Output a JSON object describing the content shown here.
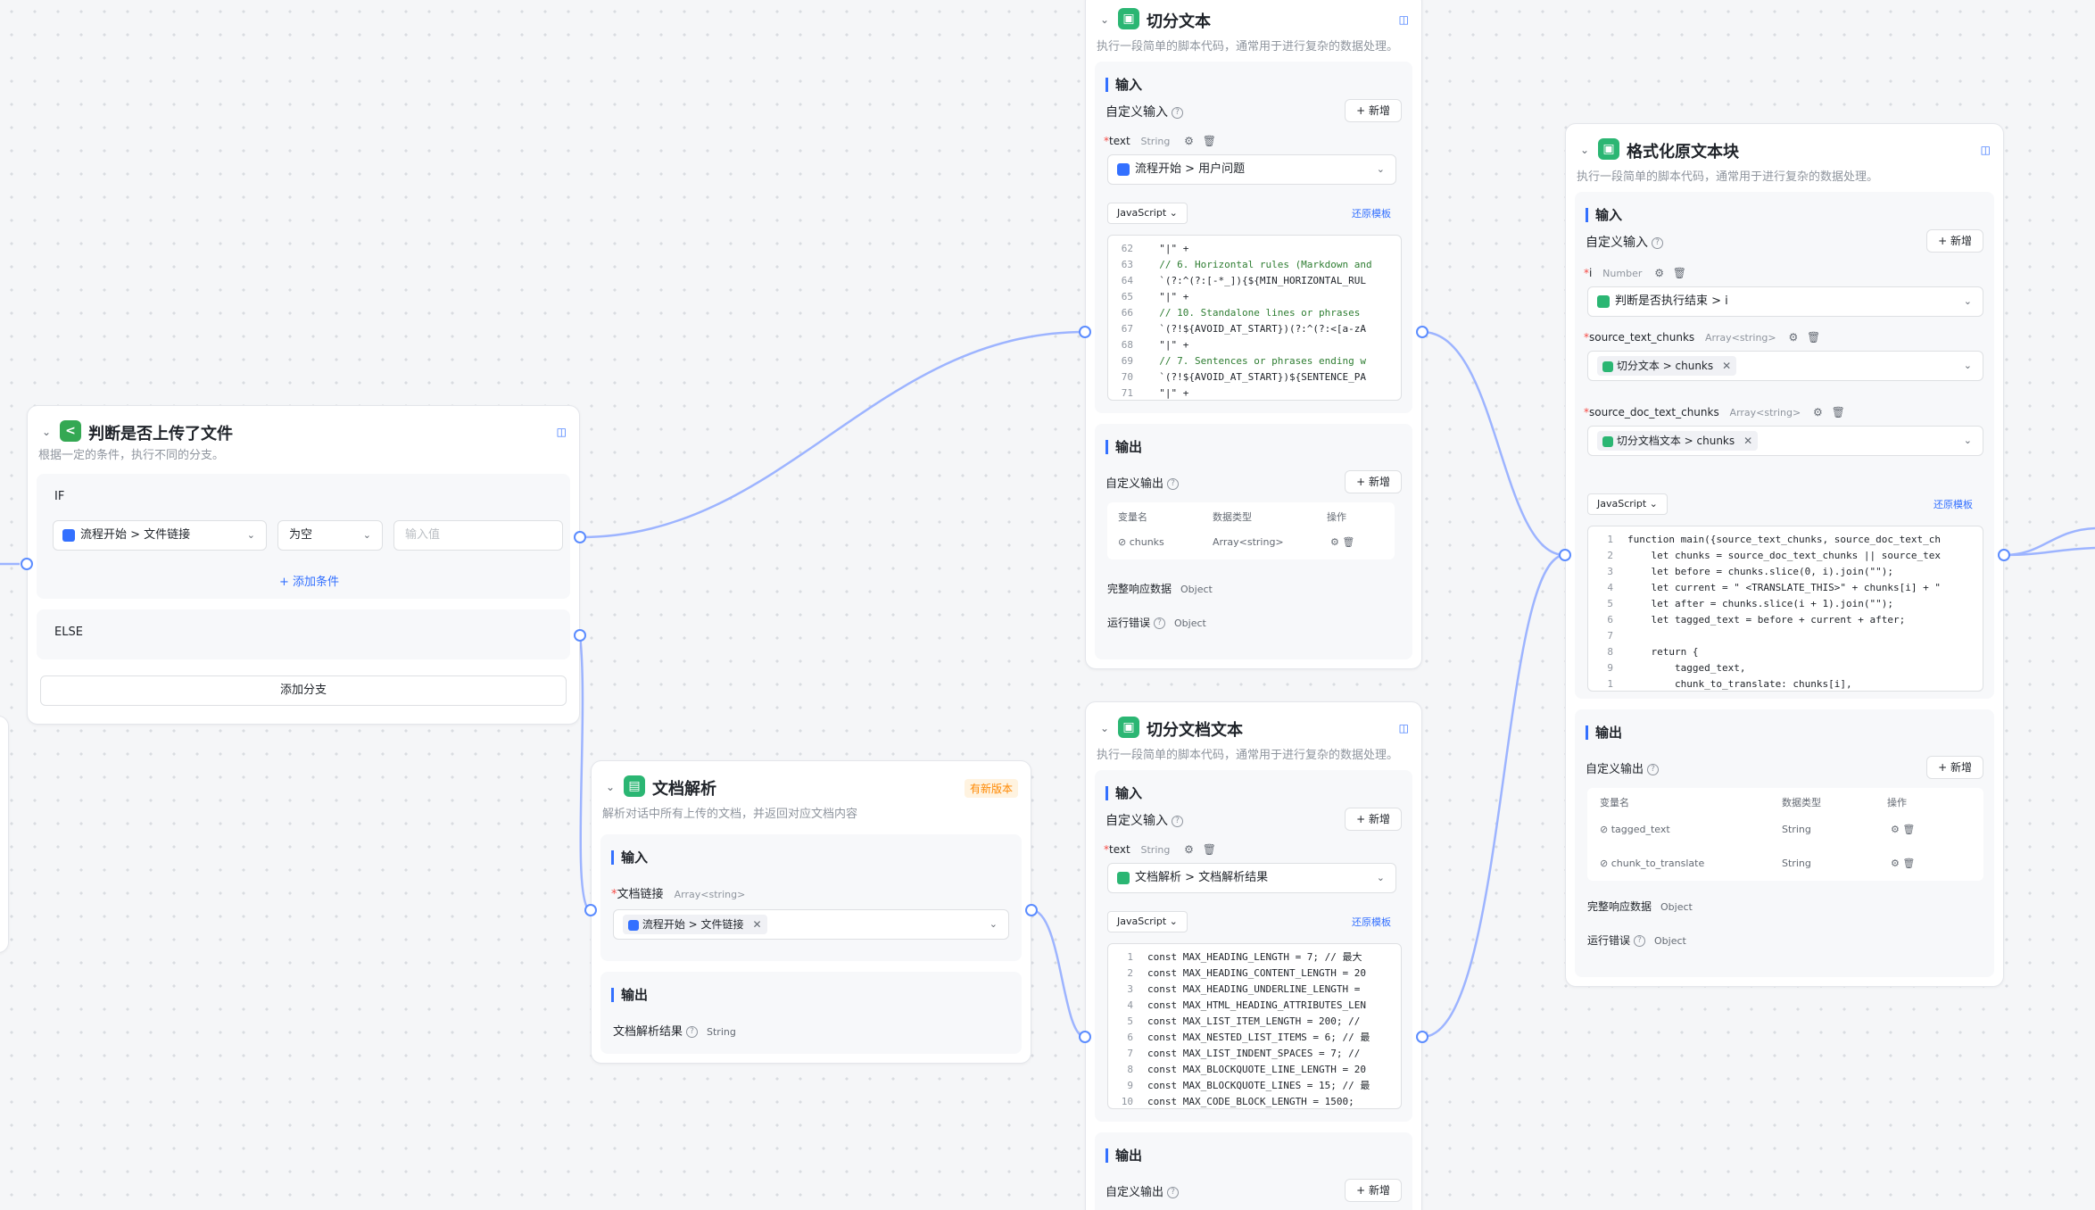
{
  "colors": {
    "accent": "#3370ff",
    "edge": "#9db4ff",
    "condition_icon": "#34a853",
    "code_icon": "#2bb673",
    "doc_icon": "#2bb673",
    "update_badge": "#ff8800"
  },
  "nodes": {
    "condition": {
      "title": "判断是否上传了文件",
      "description": "根据一定的条件，执行不同的分支。",
      "if_label": "IF",
      "var": "流程开始 > 文件链接",
      "op": "为空",
      "value_placeholder": "输入值",
      "add_condition": "+ 添加条件",
      "else_label": "ELSE",
      "add_branch": "添加分支"
    },
    "docparse": {
      "title": "文档解析",
      "badge": "有新版本",
      "description": "解析对话中所有上传的文档，并返回对应文档内容",
      "input_title": "输入",
      "field_name": "文档链接",
      "field_type": "Array<string>",
      "field_value": "流程开始 > 文件链接",
      "output_title": "输出",
      "output_name": "文档解析结果",
      "output_type": "String"
    },
    "split_text": {
      "title": "切分文本",
      "description": "执行一段简单的脚本代码，通常用于进行复杂的数据处理。",
      "input_title": "输入",
      "custom_input": "自定义输入",
      "add": "+ 新增",
      "var_name": "text",
      "var_type": "String",
      "var_value": "流程开始 > 用户问题",
      "lang": "JavaScript",
      "restore": "还原模板",
      "code": [
        {
          "ln": "62",
          "text": "  \"|\" +"
        },
        {
          "ln": "63",
          "text": "  // 6. Horizontal rules (Markdown and"
        },
        {
          "ln": "64",
          "text": "  `(?:^(?:[-*_]){${MIN_HORIZONTAL_RUL"
        },
        {
          "ln": "65",
          "text": "  \"|\" +"
        },
        {
          "ln": "66",
          "text": "  // 10. Standalone lines or phrases"
        },
        {
          "ln": "67",
          "text": "  `(?!${AVOID_AT_START})(?:^(?:<[a-zA"
        },
        {
          "ln": "68",
          "text": "  \"|\" +"
        },
        {
          "ln": "69",
          "text": "  // 7. Sentences or phrases ending w"
        },
        {
          "ln": "70",
          "text": "  `(?!${AVOID_AT_START})${SENTENCE_PA"
        },
        {
          "ln": "71",
          "text": "  \"|\" +"
        }
      ],
      "output_title": "输出",
      "custom_output": "自定义输出",
      "col_name": "变量名",
      "col_type": "数据类型",
      "col_op": "操作",
      "rows": [
        {
          "name": "chunks",
          "type": "Array<string>"
        }
      ],
      "full_resp": "完整响应数据",
      "full_resp_type": "Object",
      "run_err": "运行错误",
      "run_err_type": "Object"
    },
    "split_doc": {
      "title": "切分文档文本",
      "description": "执行一段简单的脚本代码，通常用于进行复杂的数据处理。",
      "input_title": "输入",
      "custom_input": "自定义输入",
      "add": "+ 新增",
      "var_name": "text",
      "var_type": "String",
      "var_value": "文档解析 > 文档解析结果",
      "lang": "JavaScript",
      "restore": "还原模板",
      "code": [
        {
          "ln": "1",
          "text": "const MAX_HEADING_LENGTH = 7; // 最大"
        },
        {
          "ln": "2",
          "text": "const MAX_HEADING_CONTENT_LENGTH = 20"
        },
        {
          "ln": "3",
          "text": "const MAX_HEADING_UNDERLINE_LENGTH ="
        },
        {
          "ln": "4",
          "text": "const MAX_HTML_HEADING_ATTRIBUTES_LEN"
        },
        {
          "ln": "5",
          "text": "const MAX_LIST_ITEM_LENGTH = 200; //"
        },
        {
          "ln": "6",
          "text": "const MAX_NESTED_LIST_ITEMS = 6; // 最"
        },
        {
          "ln": "7",
          "text": "const MAX_LIST_INDENT_SPACES = 7; //"
        },
        {
          "ln": "8",
          "text": "const MAX_BLOCKQUOTE_LINE_LENGTH = 20"
        },
        {
          "ln": "9",
          "text": "const MAX_BLOCKQUOTE_LINES = 15; // 最"
        },
        {
          "ln": "10",
          "text": "const MAX_CODE_BLOCK_LENGTH = 1500;"
        }
      ],
      "output_title": "输出",
      "custom_output": "自定义输出"
    },
    "format": {
      "title": "格式化原文本块",
      "description": "执行一段简单的脚本代码，通常用于进行复杂的数据处理。",
      "input_title": "输入",
      "custom_input": "自定义输入",
      "add": "+ 新增",
      "vars": [
        {
          "name": "i",
          "type": "Number",
          "value": "判断是否执行结束 > i"
        },
        {
          "name": "source_text_chunks",
          "type": "Array<string>",
          "value": "切分文本 > chunks"
        },
        {
          "name": "source_doc_text_chunks",
          "type": "Array<string>",
          "value": "切分文档文本 > chunks"
        }
      ],
      "lang": "JavaScript",
      "restore": "还原模板",
      "code": [
        {
          "ln": "1",
          "text": "function main({source_text_chunks, source_doc_text_ch"
        },
        {
          "ln": "2",
          "text": "    let chunks = source_doc_text_chunks || source_tex"
        },
        {
          "ln": "3",
          "text": "    let before = chunks.slice(0, i).join(\"\");"
        },
        {
          "ln": "4",
          "text": "    let current = \" <TRANSLATE_THIS>\" + chunks[i] + \""
        },
        {
          "ln": "5",
          "text": "    let after = chunks.slice(i + 1).join(\"\");"
        },
        {
          "ln": "6",
          "text": "    let tagged_text = before + current + after;"
        },
        {
          "ln": "7",
          "text": ""
        },
        {
          "ln": "8",
          "text": "    return {"
        },
        {
          "ln": "9",
          "text": "        tagged_text,"
        },
        {
          "ln": "1",
          "text": "        chunk_to_translate: chunks[i],"
        }
      ],
      "output_title": "输出",
      "custom_output": "自定义输出",
      "col_name": "变量名",
      "col_type": "数据类型",
      "col_op": "操作",
      "rows": [
        {
          "name": "tagged_text",
          "type": "String"
        },
        {
          "name": "chunk_to_translate",
          "type": "String"
        }
      ],
      "full_resp": "完整响应数据",
      "full_resp_type": "Object",
      "run_err": "运行错误",
      "run_err_type": "Object"
    }
  }
}
